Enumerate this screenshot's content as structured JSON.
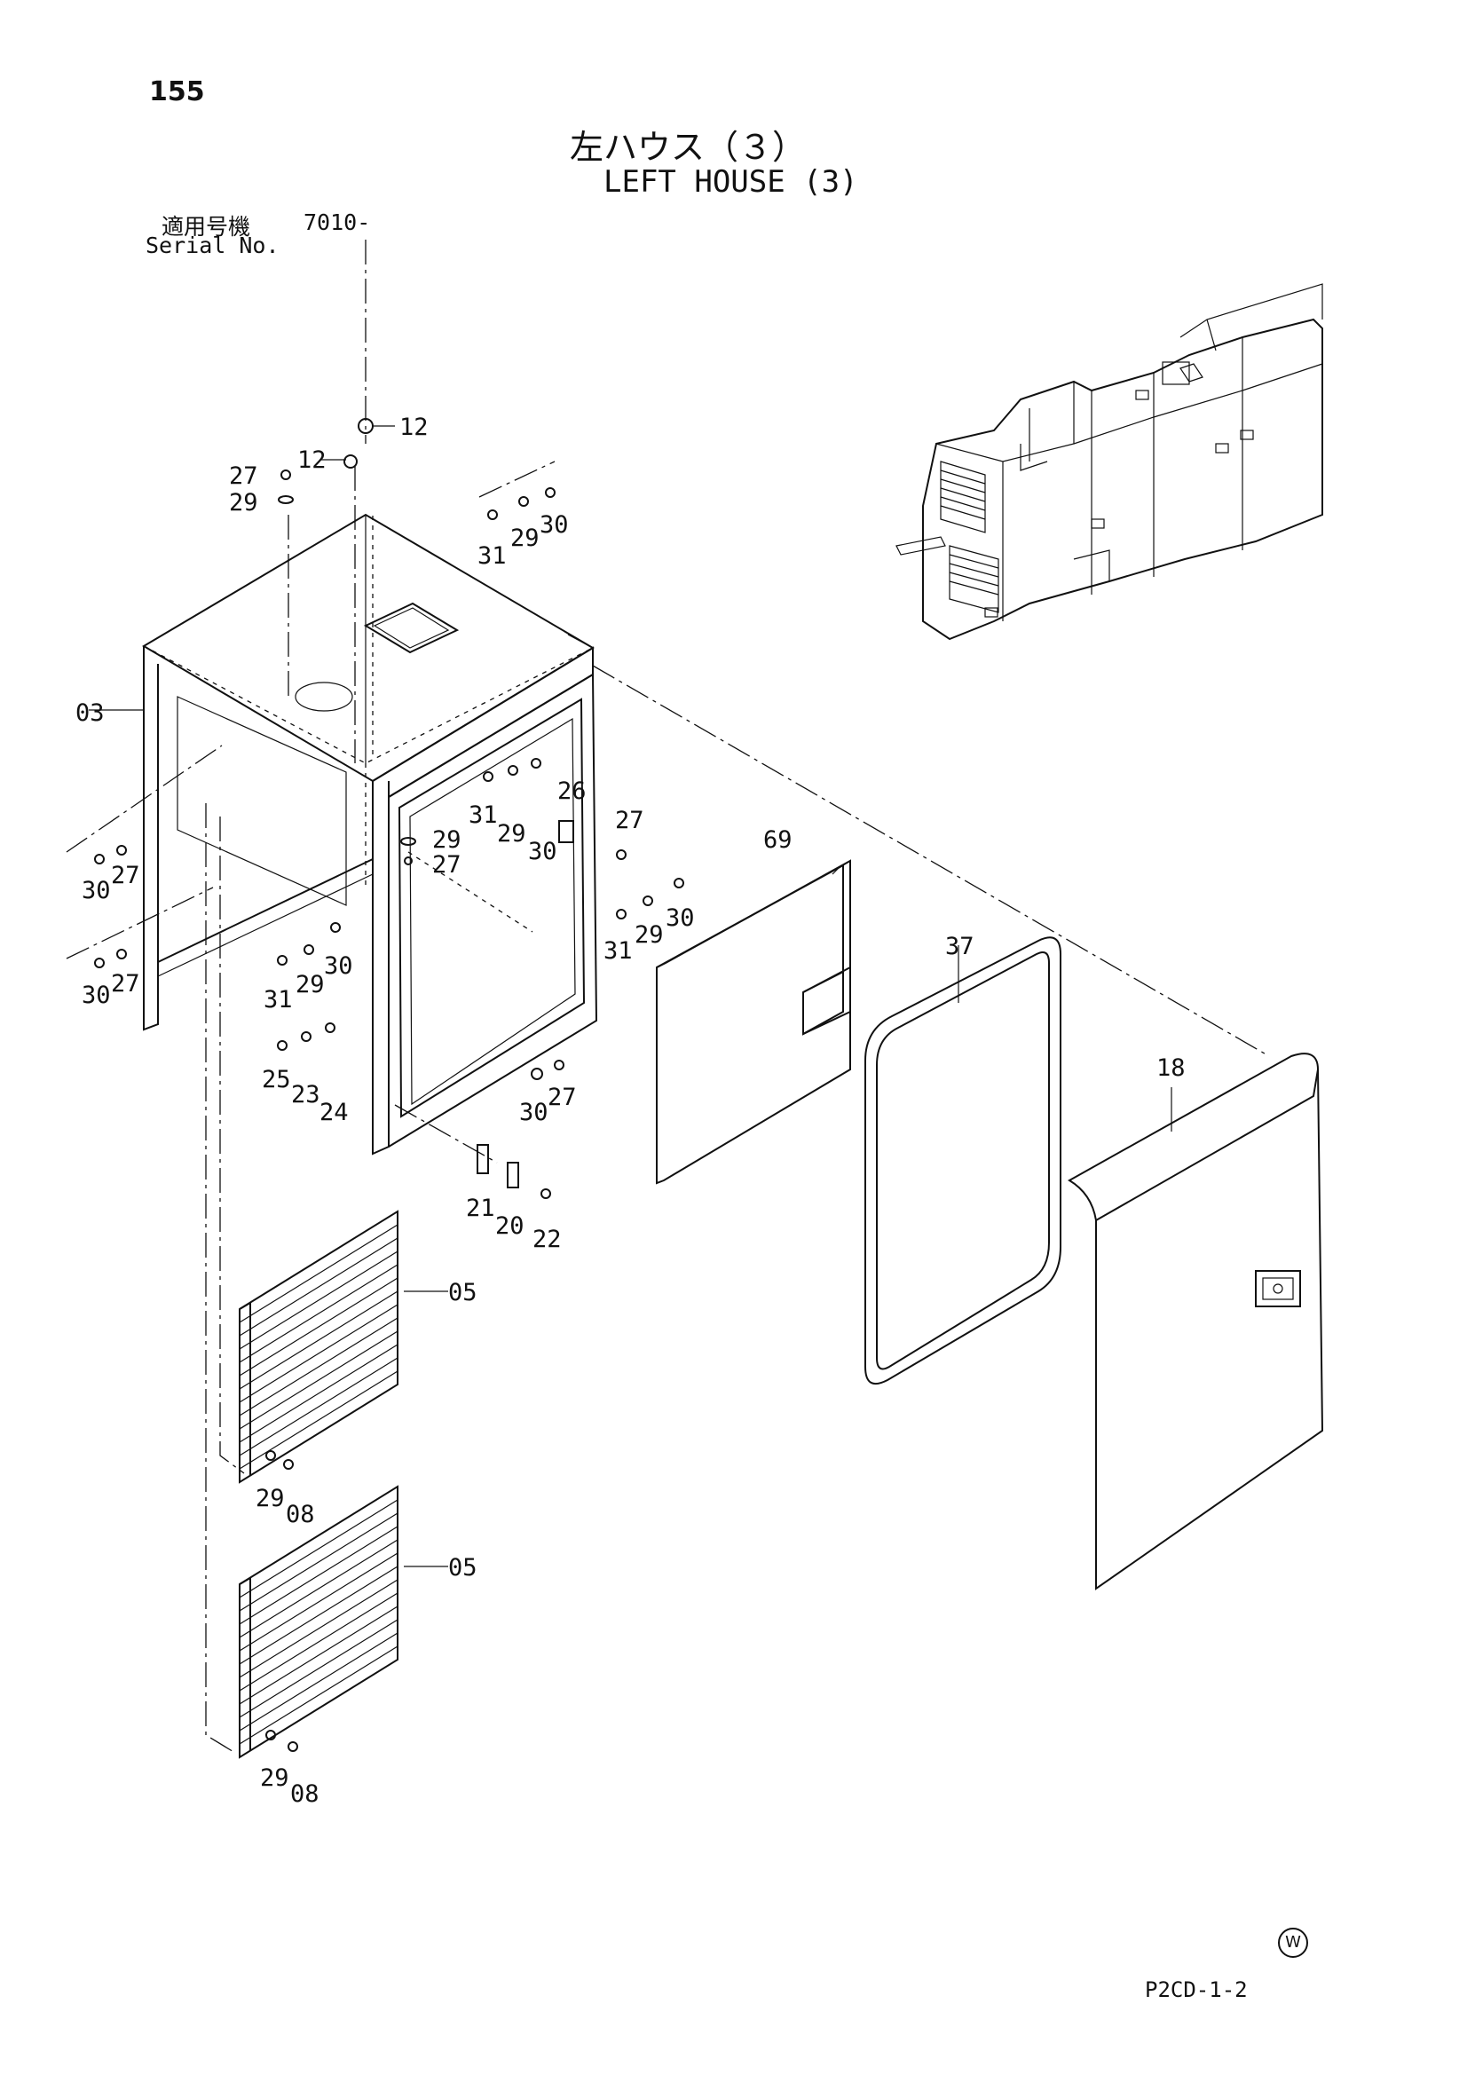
{
  "page": {
    "number": "155",
    "title_jp": "左ハウス（３）",
    "title_en": "LEFT HOUSE (3)",
    "serial_label_jp": "適用号機",
    "serial_label_en": "Serial No.",
    "serial_value": "7010-",
    "diagram_code": "P2CD-1-2",
    "mark": "W"
  },
  "parts": {
    "p12a": "12",
    "p12b": "12",
    "p27a": "27",
    "p29a": "29",
    "p31a": "31",
    "p29b": "29",
    "p30a": "30",
    "p03": "03",
    "p30b": "30",
    "p27b": "27",
    "p29c": "29",
    "p27c": "27",
    "p31b": "31",
    "p29d": "29",
    "p30c": "30",
    "p26": "26",
    "p27d": "27",
    "p31c": "31",
    "p29e": "29",
    "p30d": "30",
    "p30e": "30",
    "p27e": "27",
    "p31d": "31",
    "p29f": "29",
    "p30f": "30",
    "p25": "25",
    "p23": "23",
    "p24": "24",
    "p30g": "30",
    "p27f": "27",
    "p21": "21",
    "p20": "20",
    "p22": "22",
    "p69": "69",
    "p37": "37",
    "p18": "18",
    "p05a": "05",
    "p29g": "29",
    "p08a": "08",
    "p05b": "05",
    "p29h": "29",
    "p08b": "08"
  }
}
